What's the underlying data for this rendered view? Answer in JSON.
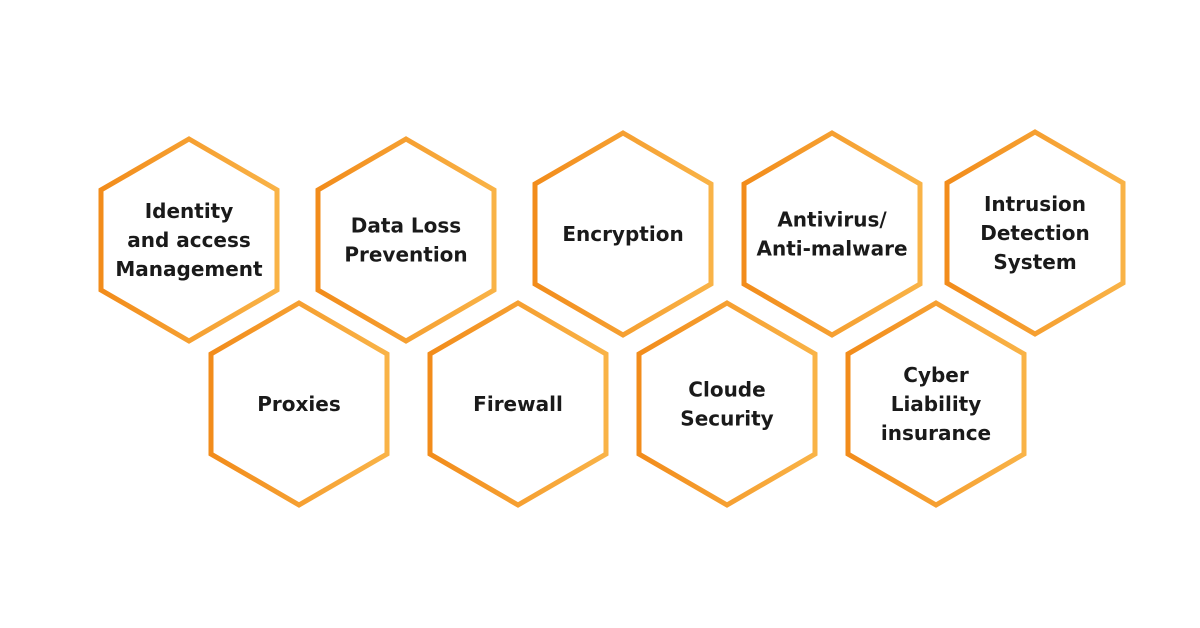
{
  "colors": {
    "background": "#ffffff",
    "stroke_start": "#f28c1b",
    "stroke_end": "#f9b347",
    "text": "#1a1a1a"
  },
  "hexagons": [
    {
      "lines": [
        "Identity",
        "and access",
        "Management"
      ]
    },
    {
      "lines": [
        "Data Loss",
        "Prevention"
      ]
    },
    {
      "lines": [
        "Encryption"
      ]
    },
    {
      "lines": [
        "Antivirus/",
        "Anti-malware"
      ]
    },
    {
      "lines": [
        "Intrusion",
        "Detection",
        "System"
      ]
    },
    {
      "lines": [
        "Proxies"
      ]
    },
    {
      "lines": [
        "Firewall"
      ]
    },
    {
      "lines": [
        "Cloude",
        "Security"
      ]
    },
    {
      "lines": [
        "Cyber",
        "Liability",
        "insurance"
      ]
    }
  ]
}
